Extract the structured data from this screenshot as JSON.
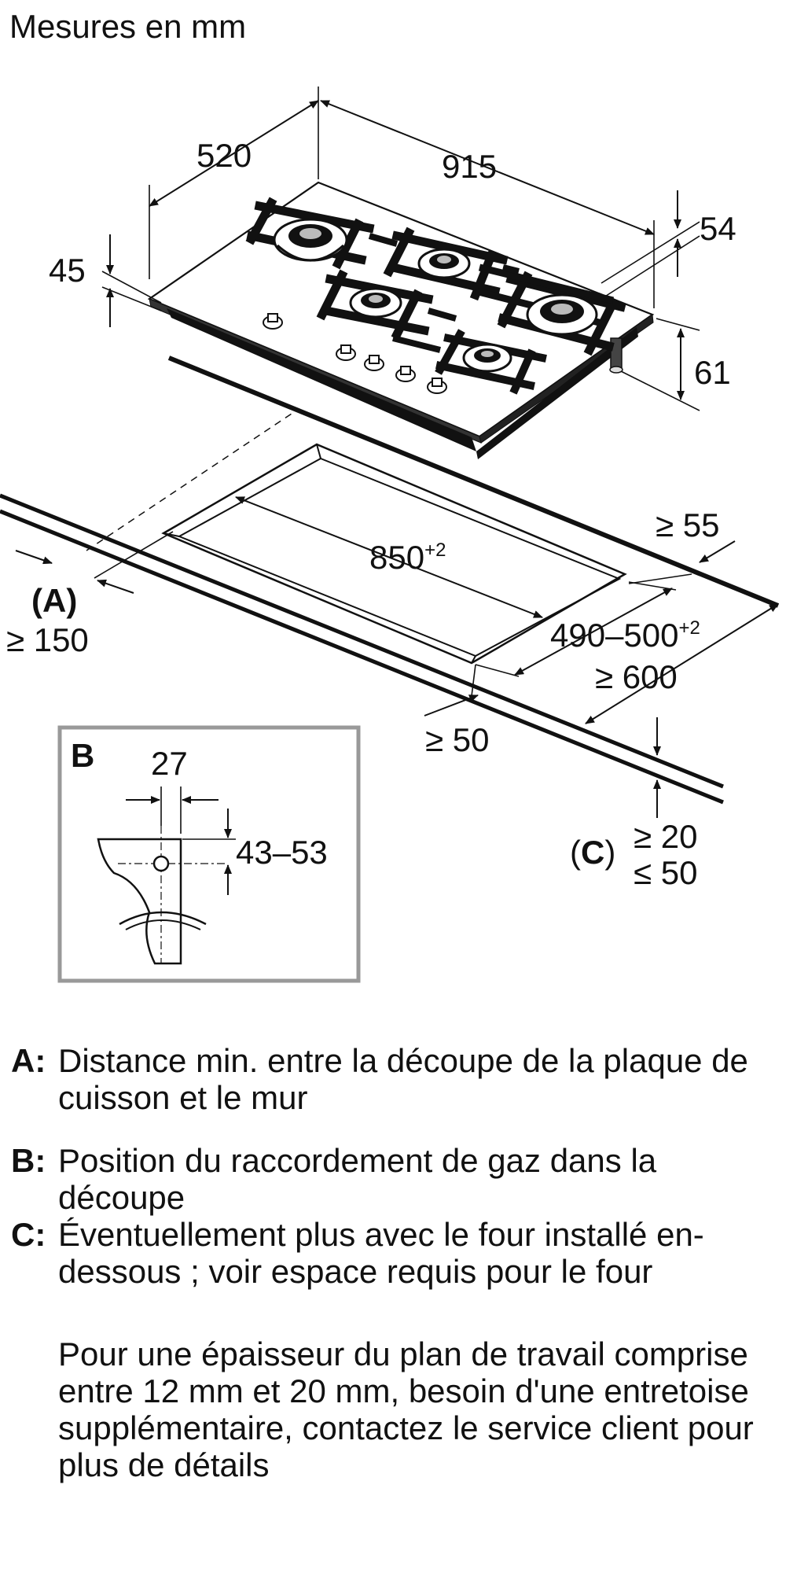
{
  "title": "Mesures en mm",
  "hob_dims": {
    "depth": "520",
    "width": "915",
    "side_height": "45",
    "top_height": "54",
    "total_height": "61"
  },
  "cutout": {
    "length": "850",
    "length_tol": "+2",
    "depth": "490–500",
    "depth_tol": "+2"
  },
  "clearances": {
    "back": "≥ 55",
    "side": "≥ 150",
    "front": "≥ 50",
    "counter_depth": "≥ 600",
    "below_min": "≥ 20",
    "below_max": "≤ 50"
  },
  "markers": {
    "a": "(A)",
    "c_open": "(",
    "c_letter": "C",
    "c_close": ")"
  },
  "inset_b": {
    "label": "B",
    "width": "27",
    "height": "43–53"
  },
  "legend": [
    {
      "key": "A:",
      "text": "Distance min. entre la découpe de la plaque de cuisson et le mur"
    },
    {
      "key": "B:",
      "text": "Position du raccordement de gaz dans la découpe"
    },
    {
      "key": "C:",
      "text": "Éventuellement plus avec le four installé en-dessous ; voir espace requis pour le four"
    }
  ],
  "note": "Pour une épaisseur du plan de travail comprise entre 12 mm et 20 mm, besoin d'une entretoise supplémentaire, contactez le service client pour plus de détails",
  "colors": {
    "line": "#111111",
    "inset_border": "#999999",
    "hob": "#111111"
  }
}
